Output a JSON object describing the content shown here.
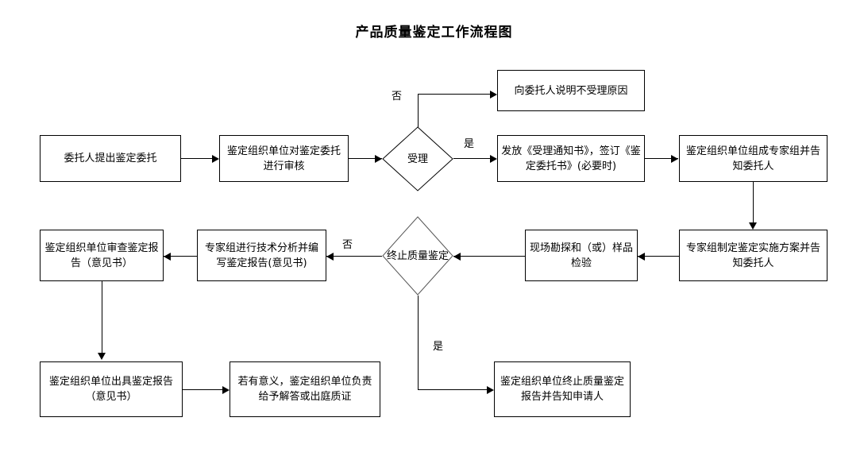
{
  "title": "产品质量鉴定工作流程图",
  "colors": {
    "background": "#ffffff",
    "stroke": "#000000",
    "text": "#000000"
  },
  "nodes": {
    "n1": {
      "label": "委托人提出鉴定委托",
      "shape": "rect"
    },
    "n2": {
      "label": "鉴定组织单位对鉴定委托进行审核",
      "shape": "rect"
    },
    "d1": {
      "label": "受理",
      "shape": "diamond"
    },
    "n3": {
      "label": "向委托人说明不受理原因",
      "shape": "rect"
    },
    "n4": {
      "label": "发放《受理通知书》，签订《鉴定委托书》(必要时)",
      "shape": "rect"
    },
    "n5": {
      "label": "鉴定组织单位组成专家组并告知委托人",
      "shape": "rect"
    },
    "n6": {
      "label": "专家组制定鉴定实施方案并告知委托人",
      "shape": "rect"
    },
    "n7": {
      "label": "现场勘探和（或）样品检验",
      "shape": "rect"
    },
    "d2": {
      "label": "终止质量鉴定",
      "shape": "diamond"
    },
    "n8": {
      "label": "专家组进行技术分析并编写鉴定报告(意见书)",
      "shape": "rect"
    },
    "n9": {
      "label": "鉴定组织单位审查鉴定报告（意见书）",
      "shape": "rect"
    },
    "n10": {
      "label": "鉴定组织单位出具鉴定报告（意见书）",
      "shape": "rect"
    },
    "n11": {
      "label": "若有意义，鉴定组织单位负责给予解答或出庭质证",
      "shape": "rect"
    },
    "n12": {
      "label": "鉴定组织单位终止质量鉴定报告并告知申请人",
      "shape": "rect"
    }
  },
  "edge_labels": {
    "accept_no": "否",
    "accept_yes": "是",
    "terminate_no": "否",
    "terminate_yes": "是"
  }
}
